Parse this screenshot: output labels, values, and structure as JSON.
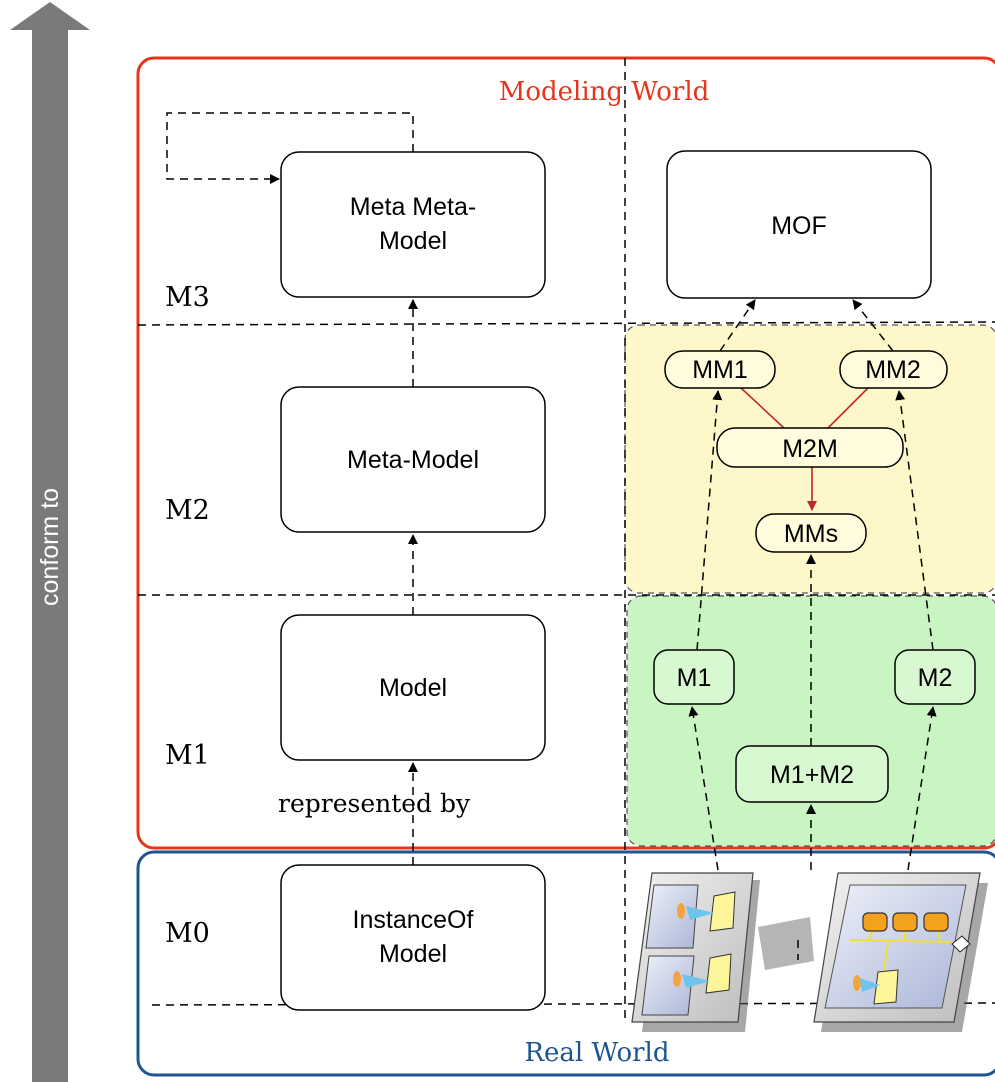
{
  "axis": {
    "label": "conform to",
    "color": "#7a7a7a"
  },
  "regions": {
    "modeling_world": {
      "label": "Modeling World",
      "color": "#e8341c"
    },
    "real_world": {
      "label": "Real World",
      "color": "#1d5591"
    }
  },
  "levels": {
    "m3": "M3",
    "m2": "M2",
    "m1": "M1",
    "m0": "M0"
  },
  "left_column": {
    "meta_meta_model": [
      "Meta Meta-",
      "Model"
    ],
    "meta_model": "Meta-Model",
    "model": "Model",
    "instance_of_model": [
      "InstanceOf",
      "Model"
    ],
    "represented_by": "represented by"
  },
  "right_column": {
    "mof": "MOF",
    "mm1": "MM1",
    "mm2": "MM2",
    "m2m": "M2M",
    "mms": "MMs",
    "m1": "M1",
    "m2": "M2",
    "m1_plus_m2": "M1+M2"
  },
  "colors": {
    "m2_panel": "#fdf7c9",
    "m1_panel": "#c8f5c2",
    "transform_arrow": "#c0282a",
    "pill_yellow": "#fffbdc",
    "pill_green": "#d8f8d2"
  },
  "icons": {
    "left_screen": "window-components-icon",
    "right_screen": "composed-window-icon"
  }
}
